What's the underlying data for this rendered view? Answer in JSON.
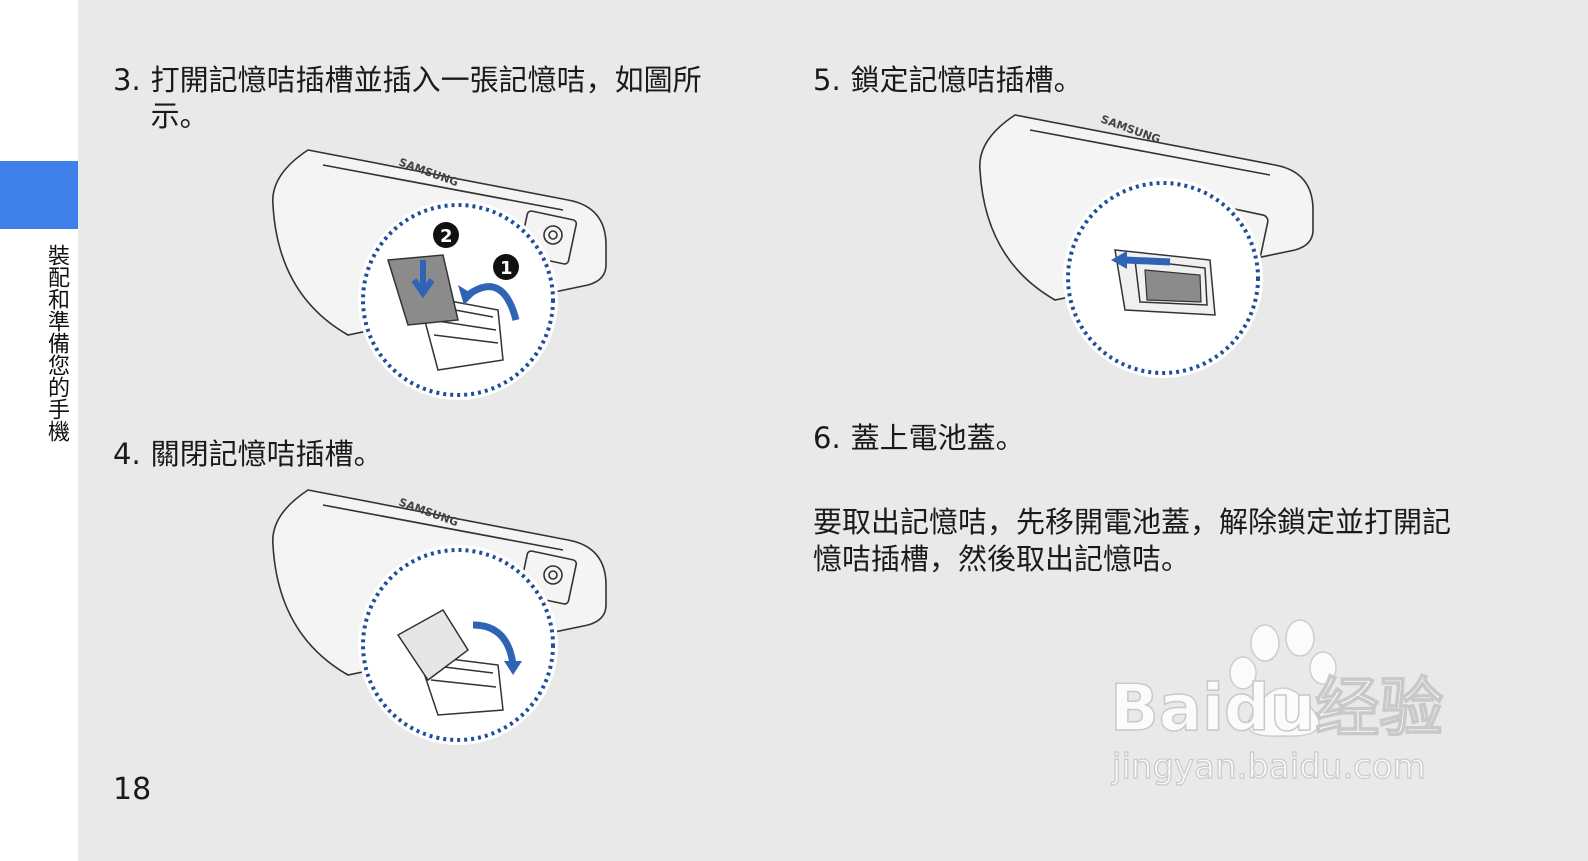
{
  "sidebar": {
    "chapter_label": "裝配和準備您的手機"
  },
  "steps": [
    {
      "number": "3.",
      "text": "打開記憶咭插槽並插入一張記憶咭，如圖所示。"
    },
    {
      "number": "4.",
      "text": "關閉記憶咭插槽。"
    },
    {
      "number": "5.",
      "text": "鎖定記憶咭插槽。"
    },
    {
      "number": "6.",
      "text": "蓋上電池蓋。"
    }
  ],
  "note": "要取出記憶咭，先移開電池蓋，解除鎖定並打開記憶咭插槽，然後取出記憶咭。",
  "page_number": "18",
  "illustrations": {
    "brand_label": "SAMSUNG",
    "badge_1": "1",
    "badge_2": "2"
  },
  "watermark": {
    "logo_text": "Baidu经验",
    "url": "jingyan.baidu.com"
  },
  "colors": {
    "accent": "#3e7fe8",
    "arrow": "#2f63b5",
    "dotted_circle": "#1f4f9c"
  }
}
